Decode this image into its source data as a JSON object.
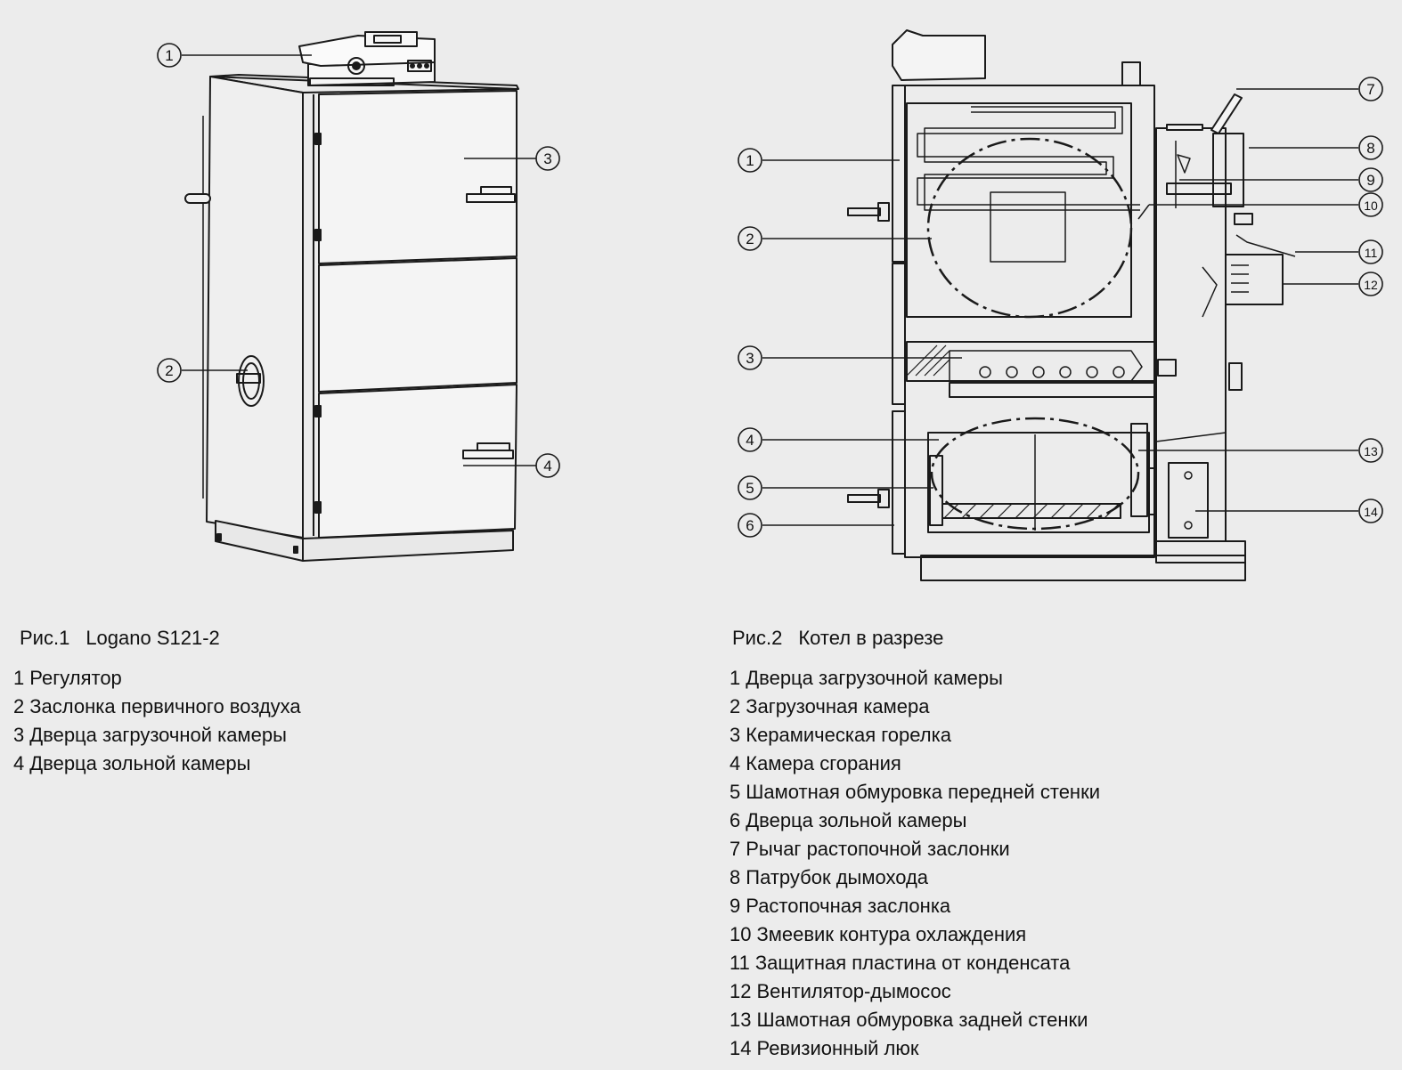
{
  "figure1": {
    "caption_label": "Рис.1",
    "caption_title": "Logano S121-2",
    "callouts": [
      "1",
      "2",
      "3",
      "4"
    ],
    "legend": [
      {
        "num": "1",
        "text": "Регулятор"
      },
      {
        "num": "2",
        "text": "Заслонка первичного воздуха"
      },
      {
        "num": "3",
        "text": "Дверца загрузочной камеры"
      },
      {
        "num": "4",
        "text": "Дверца зольной камеры"
      }
    ]
  },
  "figure2": {
    "caption_label": "Рис.2",
    "caption_title": "Котел в разрезе",
    "callouts": [
      "1",
      "2",
      "3",
      "4",
      "5",
      "6",
      "7",
      "8",
      "9",
      "10",
      "11",
      "12",
      "13",
      "14"
    ],
    "legend": [
      {
        "num": "1",
        "text": "Дверца загрузочной камеры"
      },
      {
        "num": "2",
        "text": "Загрузочная камера"
      },
      {
        "num": "3",
        "text": "Керамическая горелка"
      },
      {
        "num": "4",
        "text": "Камера сгорания"
      },
      {
        "num": "5",
        "text": "Шамотная обмуровка передней стенки"
      },
      {
        "num": "6",
        "text": "Дверца зольной камеры"
      },
      {
        "num": "7",
        "text": "Рычаг растопочной заслонки"
      },
      {
        "num": "8",
        "text": "Патрубок дымохода"
      },
      {
        "num": "9",
        "text": "Растопочная заслонка"
      },
      {
        "num": "10",
        "text": "Змеевик контура охлаждения"
      },
      {
        "num": "11",
        "text": "Защитная пластина от конденсата"
      },
      {
        "num": "12",
        "text": "Вентилятор-дымосос"
      },
      {
        "num": "13",
        "text": "Шамотная обмуровка задней стенки"
      },
      {
        "num": "14",
        "text": "Ревизионный люк"
      }
    ]
  },
  "colors": {
    "background": "#ececec",
    "line": "#1a1a1a",
    "text": "#111111"
  }
}
